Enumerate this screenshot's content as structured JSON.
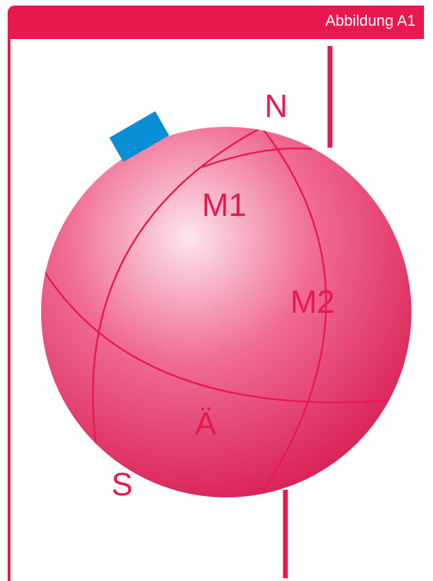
{
  "header": {
    "title": "Abbildung A1"
  },
  "figure": {
    "labels": {
      "north": "N",
      "south": "S",
      "m1": "M1",
      "m2": "M2",
      "equator": "Ä"
    }
  },
  "colors": {
    "accent": "#e8194f",
    "sphere_light": "#fde6ee",
    "sphere_mid": "#f06b93",
    "sphere_dark": "#d81e52",
    "marker": "#0a8fd6"
  }
}
